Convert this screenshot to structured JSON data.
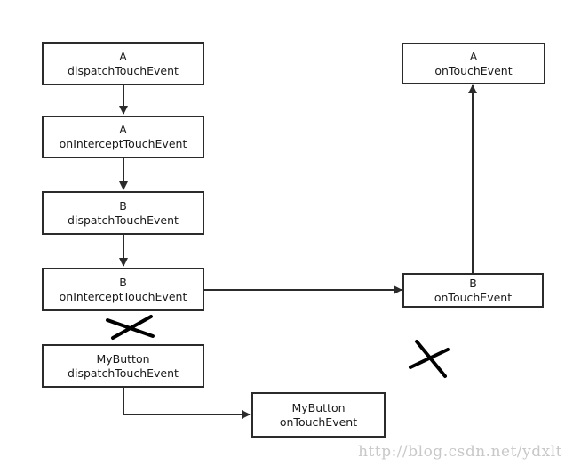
{
  "nodes": {
    "a_dispatch": {
      "line1": "A",
      "line2": "dispatchTouchEvent"
    },
    "a_intercept": {
      "line1": "A",
      "line2": "onInterceptTouchEvent"
    },
    "b_dispatch": {
      "line1": "B",
      "line2": "dispatchTouchEvent"
    },
    "b_intercept": {
      "line1": "B",
      "line2": "onInterceptTouchEvent"
    },
    "mybutton_dispatch": {
      "line1": "MyButton",
      "line2": "dispatchTouchEvent"
    },
    "mybutton_touch": {
      "line1": "MyButton",
      "line2": "onTouchEvent"
    },
    "b_touch": {
      "line1": "B",
      "line2": "onTouchEvent"
    },
    "a_touch": {
      "line1": "A",
      "line2": "onTouchEvent"
    }
  },
  "watermark": "http://blog.csdn.net/ydxlt",
  "colors": {
    "stroke": "#2b2b2b",
    "cross": "#000000",
    "watermark": "#c8c8c8"
  }
}
